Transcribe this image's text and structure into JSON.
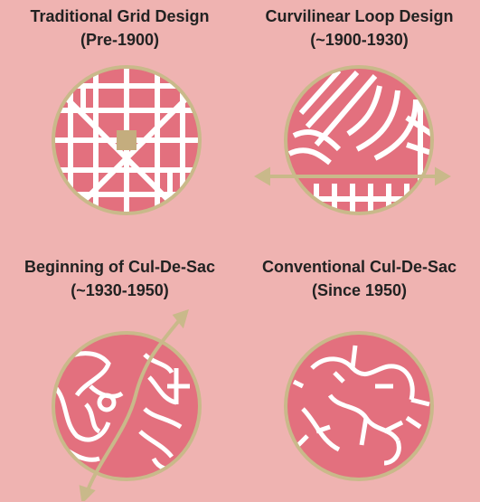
{
  "panels": [
    {
      "title": "Traditional Grid Design",
      "subtitle": "(Pre-1900)"
    },
    {
      "title": "Curvilinear Loop Design",
      "subtitle": "(~1900-1930)"
    },
    {
      "title": "Beginning of Cul-De-Sac",
      "subtitle": "(~1930-1950)"
    },
    {
      "title": "Conventional Cul-De-Sac",
      "subtitle": "(Since 1950)"
    }
  ],
  "colors": {
    "background": "#efb3b1",
    "block_fill": "#e3707e",
    "street": "#ffffff",
    "outline": "#c9b98a",
    "arterial": "#c9b98a",
    "park": "#c4ad7e"
  }
}
